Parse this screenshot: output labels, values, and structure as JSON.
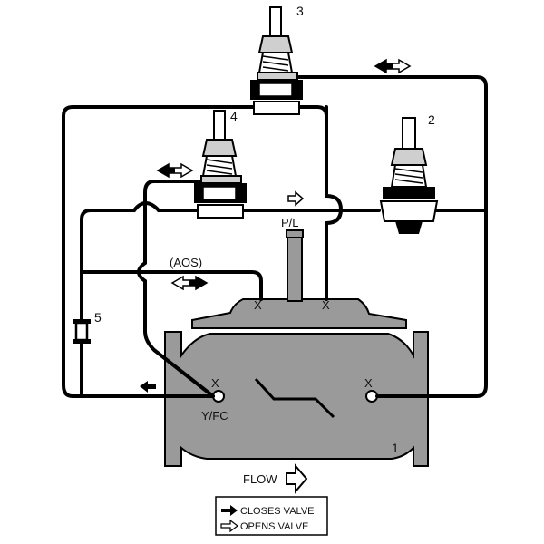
{
  "labels": {
    "pilot_3": "3",
    "pilot_4": "4",
    "pilot_2": "2",
    "component_5": "5",
    "main_valve": "1",
    "pl": "P/L",
    "aos": "(AOS)",
    "yfc": "Y/FC",
    "x_mark": "X",
    "flow": "FLOW"
  },
  "legend": {
    "closes": "CLOSES VALVE",
    "opens": "OPENS VALVE"
  },
  "colors": {
    "valve_body": "#9a9a9a",
    "stroke": "#000000",
    "pipe": "#000000"
  }
}
